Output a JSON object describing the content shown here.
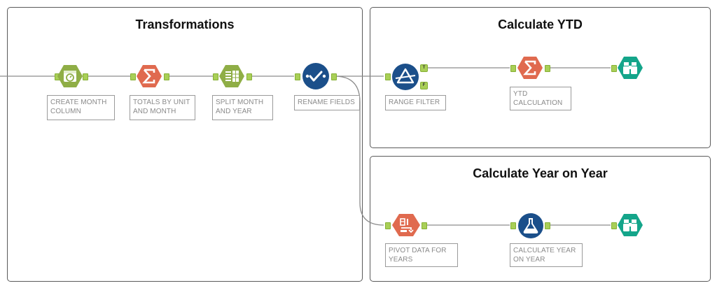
{
  "containers": {
    "transformations": {
      "title": "Transformations"
    },
    "ytd": {
      "title": "Calculate YTD"
    },
    "yoy": {
      "title": "Calculate Year on Year"
    }
  },
  "tools": {
    "create_month": {
      "label": "CREATE MONTH\nCOLUMN",
      "icon": "formula-icon",
      "color": "#8fae46"
    },
    "totals": {
      "label": "TOTALS BY UNIT\nAND MONTH",
      "icon": "summarize-icon",
      "color": "#e06a4f"
    },
    "split": {
      "label": "SPLIT MONTH\nAND YEAR",
      "icon": "text-to-columns-icon",
      "color": "#8fae46"
    },
    "rename": {
      "label": "RENAME FIELDS",
      "icon": "select-icon",
      "color": "#1b4f8a"
    },
    "range_filter": {
      "label": "RANGE FILTER",
      "icon": "filter-icon",
      "color": "#1b4f8a"
    },
    "ytd_calc": {
      "label": "YTD\nCALCULATION",
      "icon": "summarize-icon",
      "color": "#e06a4f"
    },
    "browse_ytd": {
      "label": "",
      "icon": "browse-icon",
      "color": "#14a58a"
    },
    "pivot": {
      "label": "PIVOT DATA FOR\nYEARS",
      "icon": "cross-tab-icon",
      "color": "#e06a4f"
    },
    "yoy_calc": {
      "label": "CALCULATE YEAR\nON YEAR",
      "icon": "formula-icon",
      "color": "#1b4f8a"
    },
    "browse_yoy": {
      "label": "",
      "icon": "browse-icon",
      "color": "#14a58a"
    }
  },
  "anchors": {
    "true_label": "T",
    "false_label": "F"
  }
}
